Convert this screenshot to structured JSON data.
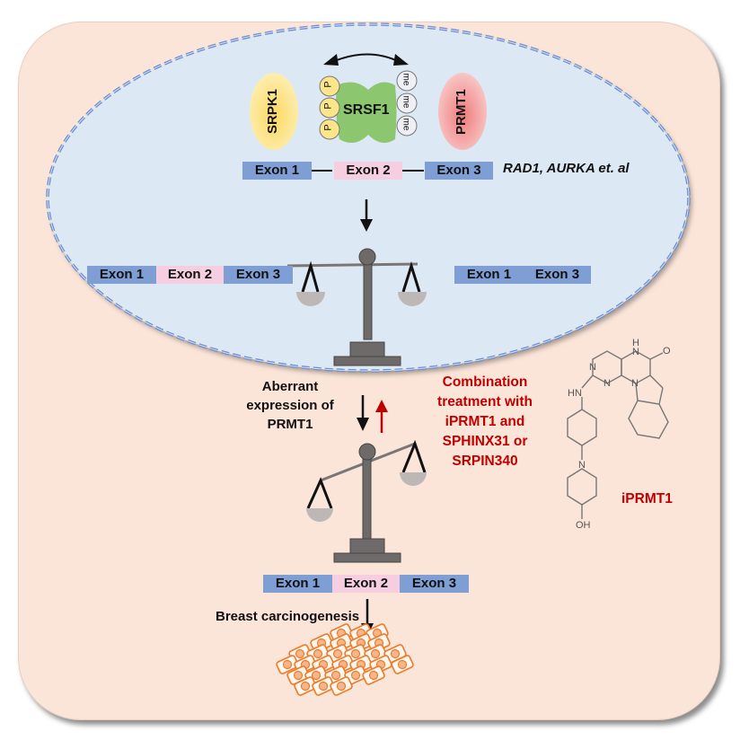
{
  "colors": {
    "panel_bg": "#fbe5d8",
    "nucleus_bg": "#dde8f5",
    "nucleus_border": "#6f8fcf",
    "exon_blue": "#7f9fd4",
    "exon_pink": "#f5cfdf",
    "srpk1": "#fde58a",
    "srsf1": "#8cc66e",
    "prmt1": "#f4a0a0",
    "treatment_red": "#c00000",
    "scale_gray": "#6e6a6a",
    "cell_orange": "#f07a2a"
  },
  "nucleus": {
    "proteins": {
      "srpk1": "SRPK1",
      "srsf1": "SRSF1",
      "prmt1": "PRMT1"
    },
    "phospho_marks": [
      "P",
      "P",
      "P"
    ],
    "methyl_marks": [
      "me",
      "me",
      "me"
    ],
    "pre_mrna": {
      "exons": [
        "Exon 1",
        "Exon 2",
        "Exon 3"
      ],
      "genes_label": "RAD1, AURKA et. al"
    },
    "balance_left": [
      "Exon 1",
      "Exon 2",
      "Exon 3"
    ],
    "balance_right": [
      "Exon 1",
      "Exon 3"
    ]
  },
  "lower": {
    "aberrant_label": [
      "Aberrant",
      "expression of",
      "PRMT1"
    ],
    "treatment_label": [
      "Combination",
      "treatment with",
      "iPRMT1 and",
      "SPHINX31 or",
      "SRPIN340"
    ],
    "compound_name": "iPRMT1",
    "compound_atoms": {
      "nh_top": "H",
      "n_amide": "N",
      "o": "O",
      "n1": "N",
      "n2": "N",
      "n3": "N",
      "hn": "HN",
      "n_pip": "N",
      "oh": "OH"
    },
    "result_exons": [
      "Exon 1",
      "Exon 2",
      "Exon 3"
    ],
    "outcome_label": "Breast carcinogenesis"
  }
}
